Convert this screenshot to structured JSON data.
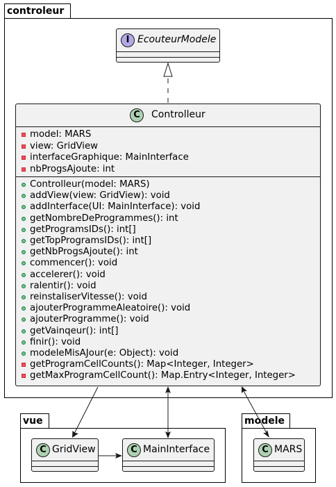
{
  "packages": {
    "controleur": "controleur",
    "vue": "vue",
    "modele": "modele"
  },
  "interface_ecouteur": {
    "stereotype": "I",
    "name": "EcouteurModele"
  },
  "controlleur": {
    "stereotype": "C",
    "name": "Controlleur",
    "fields": [
      "model: MARS",
      "view: GridView",
      "interfaceGraphique: MainInterface",
      "nbProgsAjoute: int"
    ],
    "methods": [
      "Controlleur(model: MARS)",
      "addView(view: GridView): void",
      "addInterface(UI: MainInterface): void",
      "getNombreDeProgrammes(): int",
      "getProgramsIDs(): int[]",
      "getTopProgramsIDs(): int[]",
      "getNbProgsAjoute(): int",
      "commencer(): void",
      "accelerer(): void",
      "ralentir(): void",
      "reinstaliserVitesse(): void",
      "ajouterProgrammeAleatoire(): void",
      "ajouterProgramme(): void",
      "getVainqeur(): int[]",
      "finir(): void",
      "modeleMisAJour(e: Object): void",
      "getProgramCellCounts(): Map<Integer, Integer>",
      "getMaxProgramCellCount(): Map.Entry<Integer, Integer>"
    ],
    "method_visibility": [
      "public",
      "public",
      "public",
      "public",
      "public",
      "public",
      "public",
      "public",
      "public",
      "public",
      "public",
      "public",
      "public",
      "public",
      "public",
      "public",
      "private",
      "private"
    ]
  },
  "gridview": {
    "stereotype": "C",
    "name": "GridView"
  },
  "maininterface": {
    "stereotype": "C",
    "name": "MainInterface"
  },
  "mars": {
    "stereotype": "C",
    "name": "MARS"
  },
  "colors": {
    "class_bg": "#f1f1f1",
    "class_stereotype": "#add1b2",
    "interface_stereotype": "#b4a7e5",
    "public_marker": "#84be84",
    "private_marker": "#f24d5c"
  }
}
